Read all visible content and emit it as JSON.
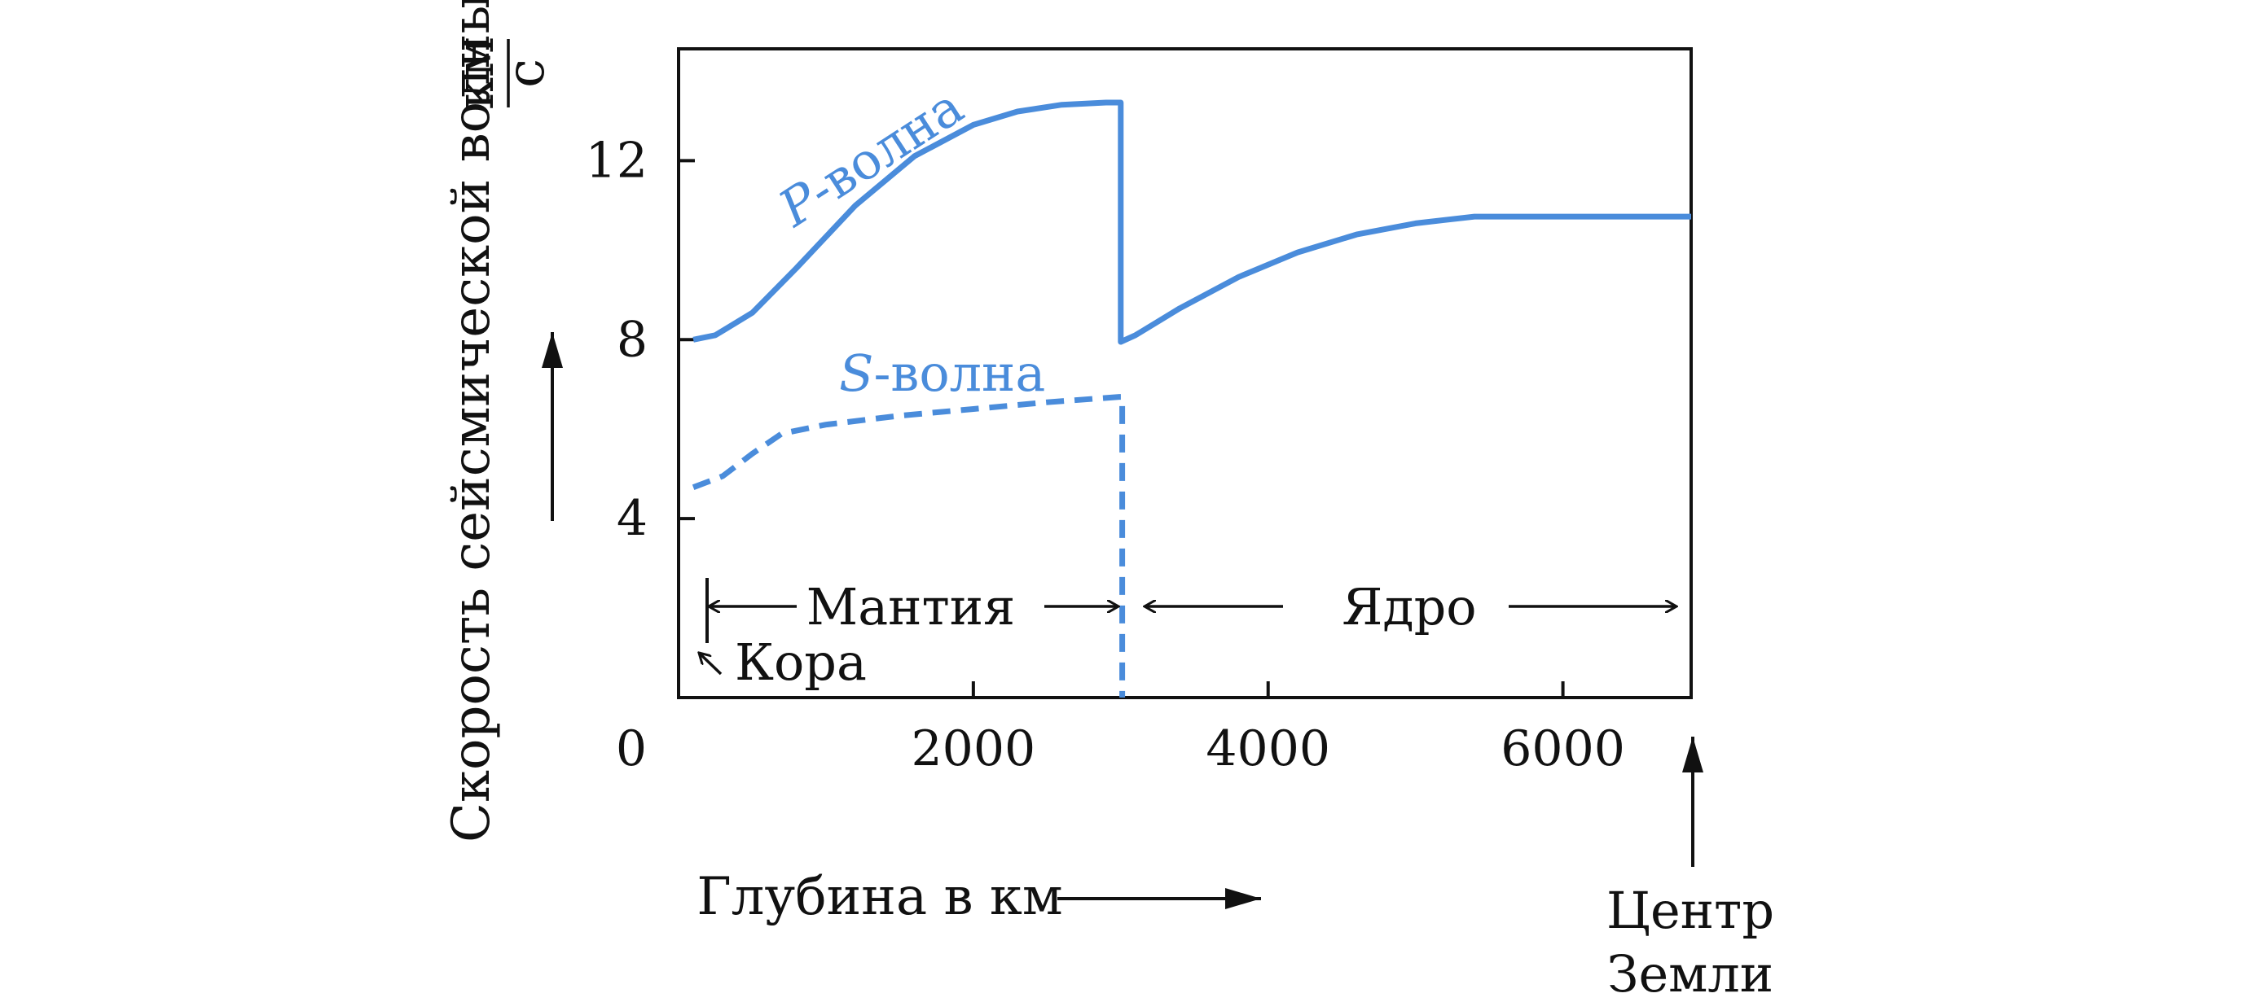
{
  "chart_data": {
    "type": "line",
    "title": "",
    "xlabel": "Глубина в км",
    "ylabel": "Скорость сейсмической волны,",
    "ylabel_unit_num": "км",
    "ylabel_unit_den": "с",
    "xlim": [
      0,
      6870
    ],
    "ylim": [
      0,
      14.5
    ],
    "x_ticks": [
      2000,
      4000,
      6000
    ],
    "x_tick_labels": [
      "2000",
      "4000",
      "6000"
    ],
    "origin_label": "0",
    "y_ticks": [
      4,
      8,
      12
    ],
    "y_tick_labels": [
      "4",
      "8",
      "12"
    ],
    "grid": false,
    "legend": "none",
    "colors": {
      "wave": "#4a8cdb",
      "text": "#111111"
    },
    "series": [
      {
        "name": "P-волна",
        "label_italic": "P",
        "label_rest": "-волна",
        "style": "solid",
        "x": [
          100,
          250,
          500,
          800,
          1200,
          1600,
          2000,
          2300,
          2600,
          2900,
          2990,
          3000,
          3000,
          3100,
          3400,
          3800,
          4200,
          4600,
          5000,
          5400,
          6000,
          6870
        ],
        "y": [
          8.0,
          8.1,
          8.6,
          9.6,
          11.0,
          12.1,
          12.8,
          13.1,
          13.25,
          13.3,
          13.3,
          13.3,
          7.95,
          8.1,
          8.7,
          9.4,
          9.95,
          10.35,
          10.6,
          10.75,
          10.75,
          10.75
        ]
      },
      {
        "name": "S-волна",
        "label_italic": "S",
        "label_rest": "-волна",
        "style": "dashed",
        "x": [
          100,
          300,
          500,
          700,
          1000,
          1500,
          2000,
          2500,
          2990,
          3010,
          3010
        ],
        "y": [
          4.7,
          4.95,
          5.45,
          5.9,
          6.1,
          6.3,
          6.45,
          6.6,
          6.72,
          6.72,
          0
        ]
      }
    ],
    "annotations": {
      "mantle": "Мантия",
      "core": "Ядро",
      "crust": "Кора",
      "center_line1": "Центр",
      "center_line2": "Земли"
    },
    "regions": {
      "mantle_start": 170,
      "boundary": 3000,
      "core_end": 6870
    }
  }
}
